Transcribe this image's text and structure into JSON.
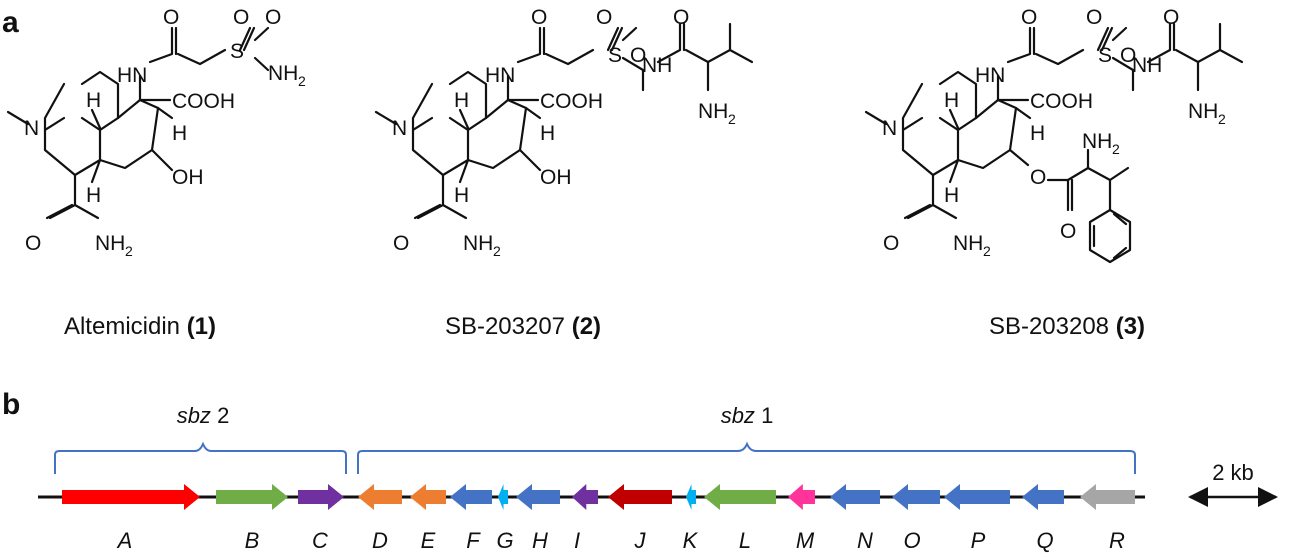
{
  "panels": {
    "a": "a",
    "b": "b"
  },
  "labels": {
    "N": "N",
    "HN": "HN",
    "H": "H",
    "NH": "NH",
    "NH2": "NH",
    "sub2": "2",
    "O": "O",
    "S": "S",
    "COOH": "COOH",
    "OH": "OH"
  },
  "compounds": [
    {
      "name": "Altemicidin",
      "number": "(1)"
    },
    {
      "name": "SB-203207",
      "number": "(2)"
    },
    {
      "name": "SB-203208",
      "number": "(3)"
    }
  ],
  "clusters": [
    {
      "label_italic": "sbz",
      "label_num": "2"
    },
    {
      "label_italic": "sbz",
      "label_num": "1"
    }
  ],
  "scale_bar": "2 kb",
  "genes": [
    {
      "name": "A",
      "direction": "right",
      "color": "#ff0000"
    },
    {
      "name": "B",
      "direction": "right",
      "color": "#70ad47"
    },
    {
      "name": "C",
      "direction": "right",
      "color": "#7030a0"
    },
    {
      "name": "D",
      "direction": "left",
      "color": "#ed7d31"
    },
    {
      "name": "E",
      "direction": "left",
      "color": "#ed7d31"
    },
    {
      "name": "F",
      "direction": "left",
      "color": "#4472c4"
    },
    {
      "name": "G",
      "direction": "left",
      "color": "#00b0f0"
    },
    {
      "name": "H",
      "direction": "left",
      "color": "#4472c4"
    },
    {
      "name": "I",
      "direction": "left",
      "color": "#7030a0"
    },
    {
      "name": "J",
      "direction": "left",
      "color": "#c00000"
    },
    {
      "name": "K",
      "direction": "left",
      "color": "#00b0f0"
    },
    {
      "name": "L",
      "direction": "left",
      "color": "#70ad47"
    },
    {
      "name": "M",
      "direction": "left",
      "color": "#ff3399"
    },
    {
      "name": "N",
      "direction": "left",
      "color": "#4472c4"
    },
    {
      "name": "O",
      "direction": "left",
      "color": "#4472c4"
    },
    {
      "name": "P",
      "direction": "left",
      "color": "#4472c4"
    },
    {
      "name": "Q",
      "direction": "left",
      "color": "#4472c4"
    },
    {
      "name": "R",
      "direction": "left",
      "color": "#a6a6a6"
    }
  ]
}
